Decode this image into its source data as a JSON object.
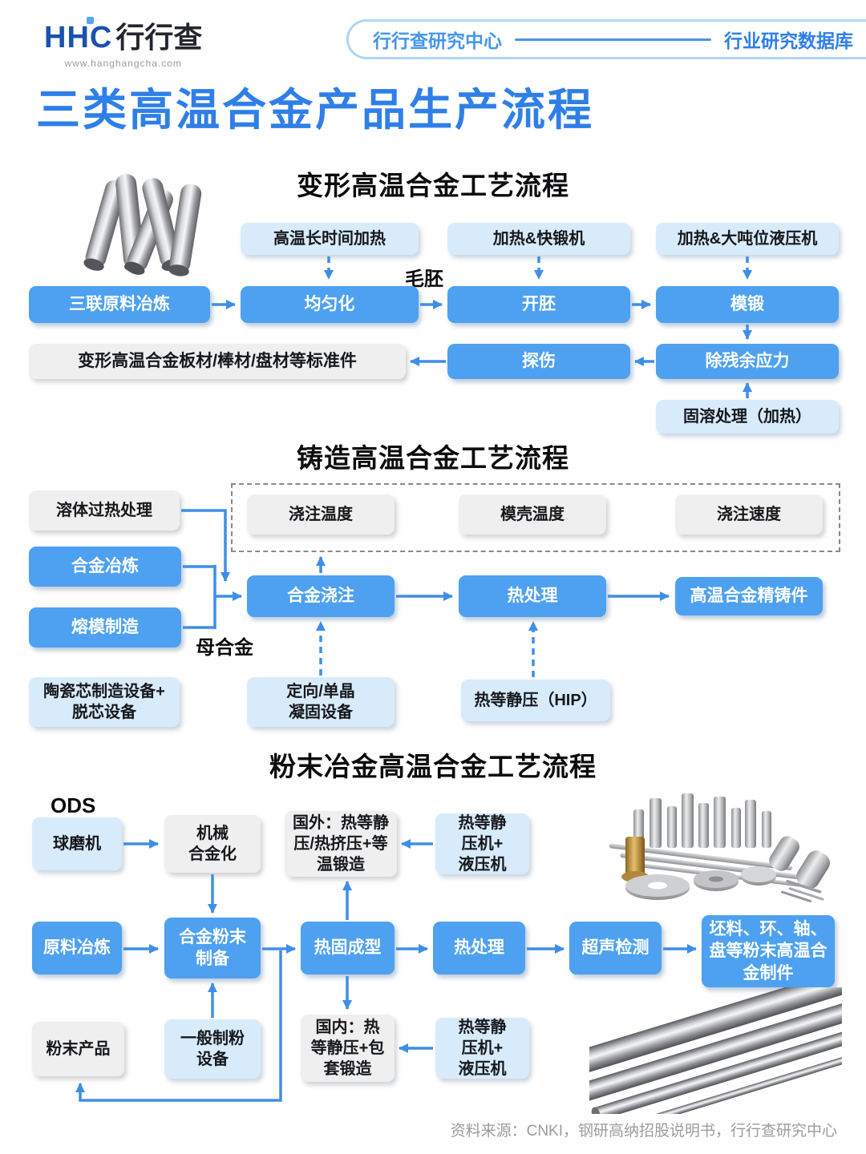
{
  "header": {
    "logo": "HHC",
    "logo_cn": "行行查",
    "site": "www.hanghangcha.com",
    "badge_left": "行行查研究中心",
    "badge_right": "行业研究数据库"
  },
  "title": "三类高温合金产品生产流程",
  "colors": {
    "accent_blue": "#3E8EE8",
    "box_blue": "#4DA1F0",
    "box_light_blue": "#D8EBFA",
    "box_gray": "#EFEFEF",
    "title_blue": "#2E7FE8"
  },
  "s1": {
    "title": "变形高温合金工艺流程",
    "equip": [
      "高温长时间加热",
      "加热&快锻机",
      "加热&大吨位液压机"
    ],
    "flow": [
      "三联原料冶炼",
      "均匀化",
      "开胚",
      "模锻"
    ],
    "blank": "毛胚",
    "output": "变形高温合金板材/棒材/盘材等标准件",
    "inspect": "探伤",
    "stress": "除残余应力",
    "solution": "固溶处理（加热）"
  },
  "s2": {
    "title": "铸造高温合金工艺流程",
    "params": [
      "浇注温度",
      "模壳温度",
      "浇注速度"
    ],
    "superheat": "溶体过热处理",
    "smelt": "合金冶炼",
    "invest": "熔模制造",
    "master": "母合金",
    "pour": "合金浇注",
    "heat": "热处理",
    "product": "高温合金精铸件",
    "ceramic": "陶瓷芯制造设备+\n脱芯设备",
    "solidify": "定向/单晶\n凝固设备",
    "hip": "热等静压（HIP）"
  },
  "s3": {
    "title": "粉末冶金高温合金工艺流程",
    "ods": "ODS",
    "ballmill": "球磨机",
    "mechalloy": "机械\n合金化",
    "foreign": "国外：热等静\n压/热挤压+等\n温锻造",
    "hip_top": "热等静\n压机+\n液压机",
    "flow": [
      "原料冶炼",
      "合金粉末\n制备",
      "热固成型",
      "热处理",
      "超声检测",
      "坯料、环、轴、\n盘等粉末高温合\n金制件"
    ],
    "powder_product": "粉末产品",
    "powder_equip": "一般制粉\n设备",
    "domestic": "国内：热\n等静压+包\n套锻造",
    "hip_bottom": "热等静\n压机+\n液压机"
  },
  "footer": "资料来源：CNKI，钢研高纳招股说明书，行行查研究中心"
}
